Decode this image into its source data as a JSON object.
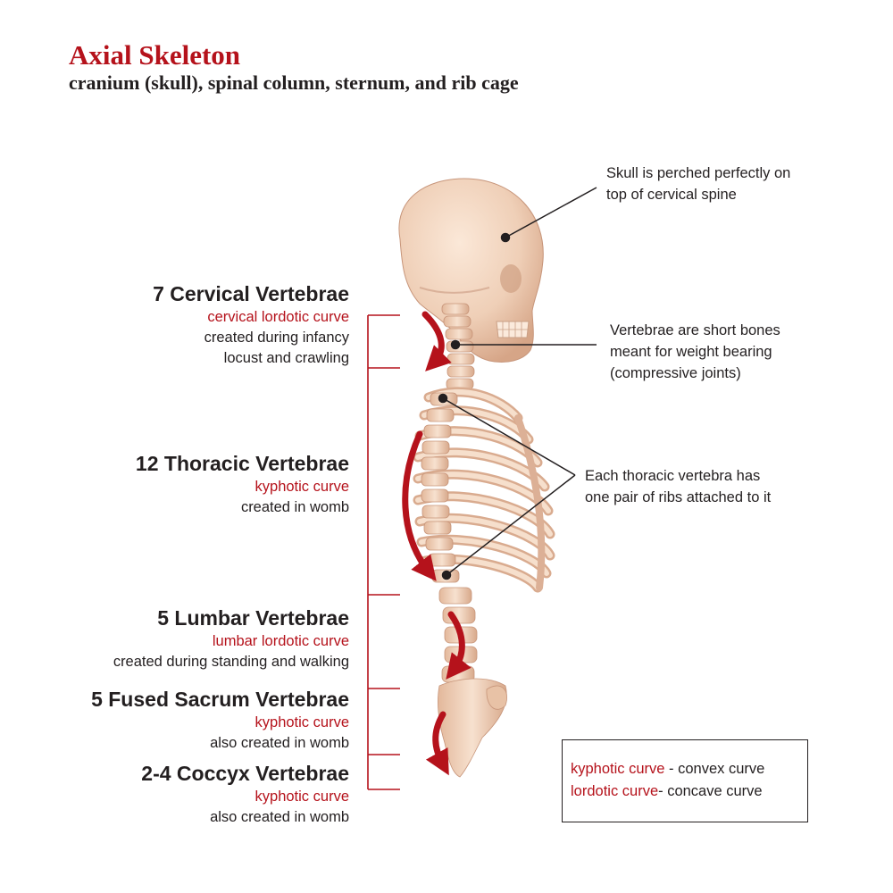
{
  "title": "Axial Skeleton",
  "subtitle": "cranium (skull), spinal column, sternum, and rib cage",
  "sections": [
    {
      "heading": "7 Cervical Vertebrae",
      "curve": "cervical lordotic curve",
      "desc": [
        "created during infancy",
        "locust and crawling"
      ]
    },
    {
      "heading": "12 Thoracic Vertebrae",
      "curve": "kyphotic curve",
      "desc": [
        "created in womb"
      ]
    },
    {
      "heading": "5 Lumbar Vertebrae",
      "curve": "lumbar lordotic curve",
      "desc": [
        "created during standing and walking"
      ]
    },
    {
      "heading": "5 Fused Sacrum Vertebrae",
      "curve": "kyphotic curve",
      "desc": [
        "also created in womb"
      ]
    },
    {
      "heading": "2-4 Coccyx Vertebrae",
      "curve": "kyphotic curve",
      "desc": [
        "also created in womb"
      ]
    }
  ],
  "notes": {
    "skull": [
      "Skull is perched perfectly on",
      "top of cervical spine"
    ],
    "vertebrae": [
      "Vertebrae are short bones",
      "meant for weight bearing",
      "(compressive joints)"
    ],
    "ribs": [
      "Each thoracic vertebra has",
      "one pair of ribs attached to it"
    ]
  },
  "legend": {
    "row1_term": "kyphotic curve",
    "row1_def": " - convex curve",
    "row2_term": "lordotic curve",
    "row2_def": "- concave curve"
  },
  "colors": {
    "accent_red": "#b5121b",
    "bone": "#f0d3bd",
    "bone_shadow": "#d7a98c",
    "text": "#231f20"
  }
}
